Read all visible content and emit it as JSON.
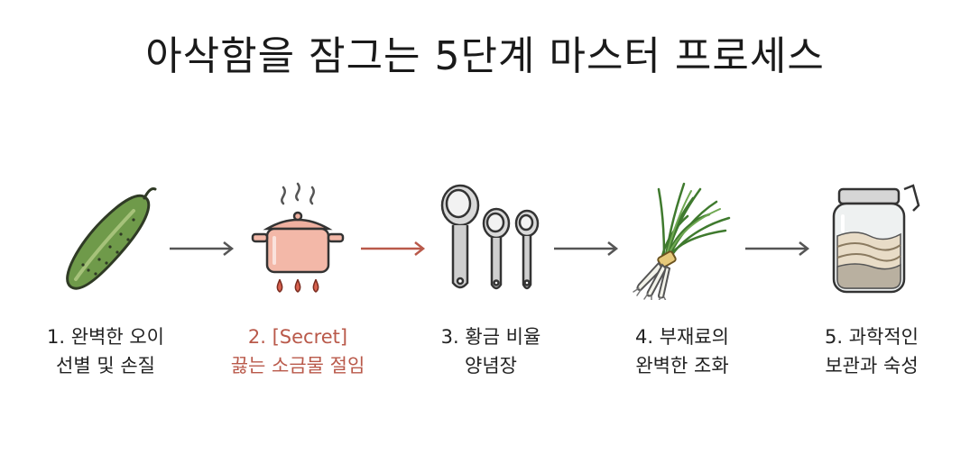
{
  "title": "아삭함을 잠그는 5단계 마스터 프로세스",
  "colors": {
    "accent": "#b9594a",
    "text": "#222222",
    "arrow": "#555555"
  },
  "steps": [
    {
      "icon": "cucumber-icon",
      "line1": "1. 완벽한 오이",
      "line2": "선별 및 손질",
      "highlight": false
    },
    {
      "icon": "boiling-pot-icon",
      "line1": "2. [Secret]",
      "line2": "끓는 소금물 절임",
      "highlight": true
    },
    {
      "icon": "measuring-spoons-icon",
      "line1": "3. 황금 비율",
      "line2": "양념장",
      "highlight": false
    },
    {
      "icon": "chives-icon",
      "line1": "4. 부재료의",
      "line2": "완벽한 조화",
      "highlight": false
    },
    {
      "icon": "storage-jar-icon",
      "line1": "5. 과학적인",
      "line2": "보관과 숙성",
      "highlight": false
    }
  ]
}
